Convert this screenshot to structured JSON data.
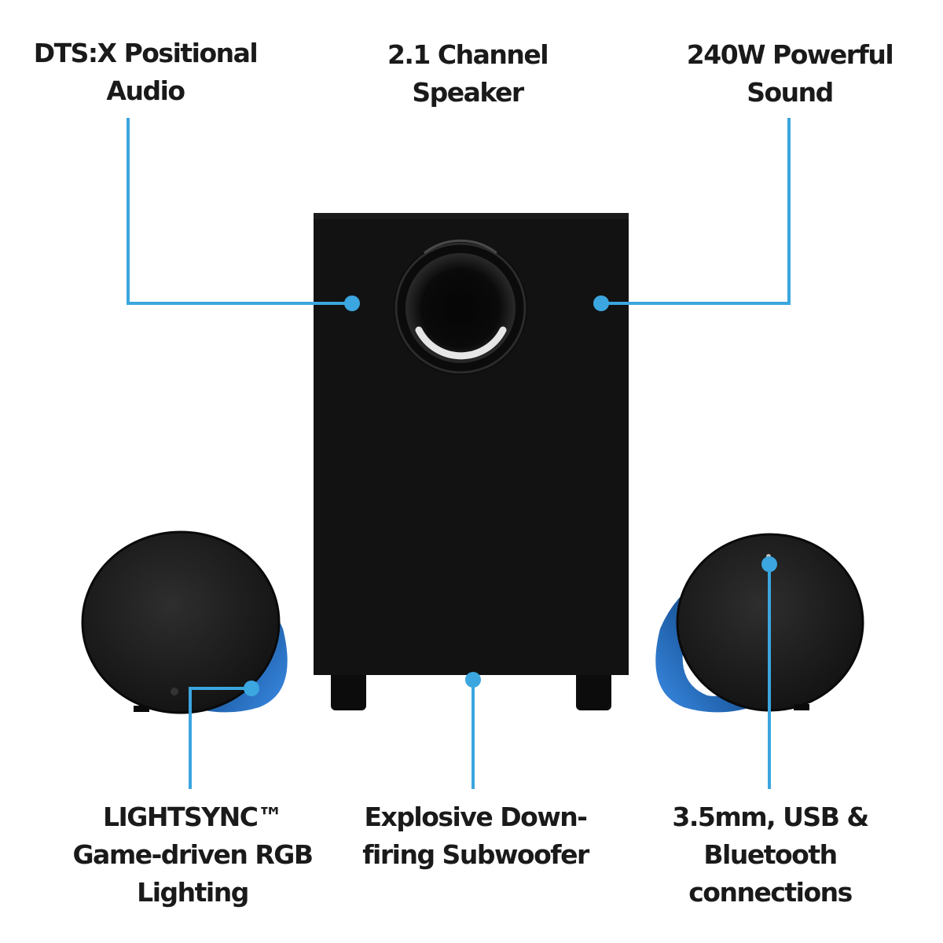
{
  "callouts": {
    "dtsx": {
      "line1": "DTS:X Positional",
      "line2": "Audio"
    },
    "channel": {
      "line1": "2.1 Channel",
      "line2": "Speaker"
    },
    "power": {
      "line1": "240W Powerful",
      "line2": "Sound"
    },
    "lightsync": {
      "line1": "LIGHTSYNC™",
      "line2": "Game-driven RGB",
      "line3": "Lighting"
    },
    "subwoofer": {
      "line1": "Explosive Down-",
      "line2": "firing Subwoofer"
    },
    "connections": {
      "line1": "3.5mm, USB &",
      "line2": "Bluetooth",
      "line3": "connections"
    }
  },
  "colors": {
    "callout_line": "#3ba6df",
    "speaker_body": "#111111",
    "accent_glow": "#2f7fd6"
  },
  "icons": {
    "subwoofer": "subwoofer-speaker",
    "satellite_left": "satellite-speaker",
    "satellite_right": "satellite-speaker"
  }
}
